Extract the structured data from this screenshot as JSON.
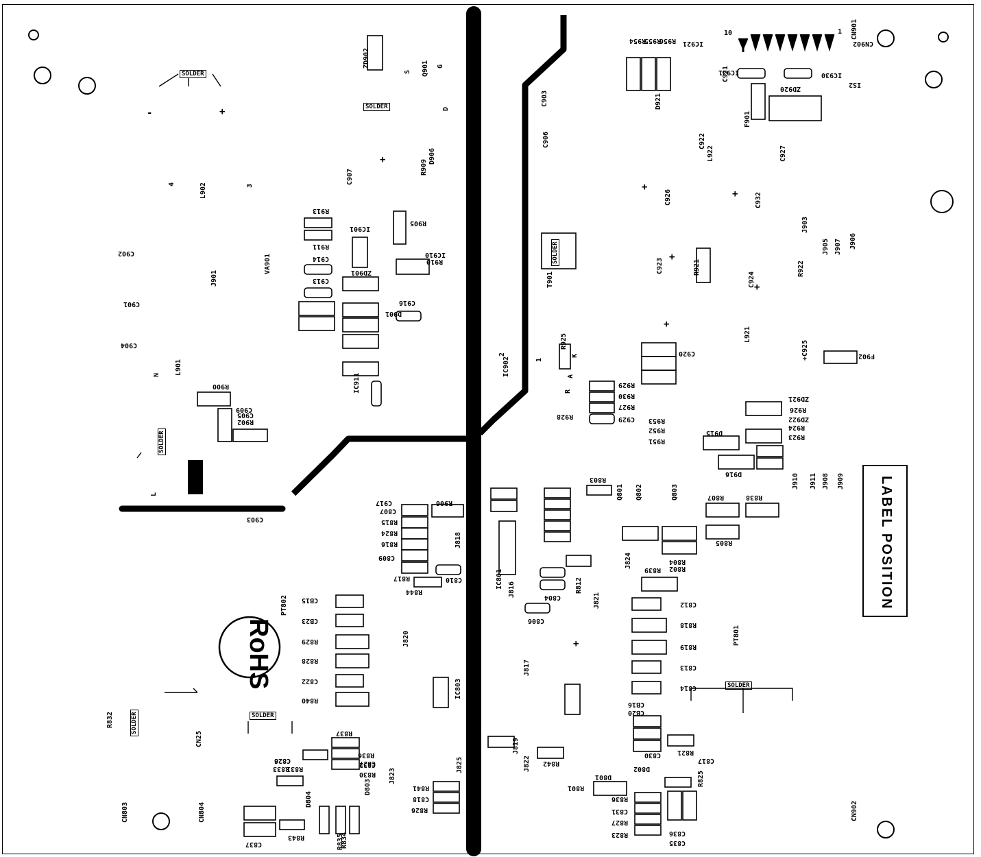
{
  "board": {
    "label_position": "LABEL POSITION",
    "rohs": "RoHS",
    "solder_tags": [
      "SOLDER",
      "SOLDER",
      "SOLDER",
      "SOLDER",
      "SOLDER",
      "SOLDER",
      "SOLDER"
    ],
    "pin_numbers": {
      "left": "10",
      "right": "1"
    }
  },
  "labels_upright": [
    "R954",
    "R955",
    "R956",
    "IC921",
    "CN902",
    "IC931",
    "IC930",
    "ZD920",
    "IS2",
    "R911",
    "IC901",
    "R905",
    "C914",
    "C913",
    "ZD901",
    "IC910",
    "R910",
    "C916",
    "D901",
    "R913",
    "C902",
    "C901",
    "C904",
    "R900",
    "C909",
    "R902",
    "C903",
    "C905",
    "C917",
    "R906",
    "C807",
    "R815",
    "R824",
    "R816",
    "C809",
    "C810",
    "R817",
    "R844",
    "CB15",
    "CB23",
    "R829",
    "R828",
    "C822",
    "R840",
    "R837",
    "R836",
    "C826",
    "R831",
    "R833",
    "C827",
    "R830",
    "C832",
    "C828",
    "R843",
    "C837",
    "R841",
    "C818",
    "R826",
    "R842",
    "C806",
    "C804",
    "R803",
    "R804",
    "R802",
    "R839",
    "R807",
    "R838",
    "R805",
    "C812",
    "R818",
    "R819",
    "C813",
    "C814",
    "C830",
    "D802",
    "D801",
    "R821",
    "C817",
    "R836",
    "C831",
    "R827",
    "R823",
    "C836",
    "C835",
    "CB16",
    "CB20",
    "R801",
    "R929",
    "R930",
    "R927",
    "C929",
    "R928",
    "R953",
    "R952",
    "R951",
    "C920",
    "D915",
    "D916",
    "ZD921",
    "R926",
    "ZD922",
    "R924",
    "R923",
    "F902"
  ],
  "labels_rotated": [
    "ZD902",
    "Q901",
    "C922",
    "C921",
    "D921",
    "F901",
    "C927",
    "CN901",
    "CN902",
    "CN803",
    "CN804",
    "L902",
    "L901",
    "VA901",
    "J901",
    "IC911",
    "IC902",
    "C907",
    "R909",
    "D906",
    "C903",
    "C906",
    "T901",
    "R925",
    "C923",
    "R921",
    "C924",
    "R922",
    "L921",
    "J903",
    "J905",
    "J907",
    "J906",
    "C926",
    "C932",
    "L922",
    "+C925",
    "J910",
    "J911",
    "J908",
    "J909",
    "Q801",
    "Q802",
    "Q803",
    "IC801",
    "J816",
    "R812",
    "J821",
    "J820",
    "CN25",
    "J823",
    "J825",
    "IC803",
    "PT801",
    "PT802",
    "R825",
    "R832",
    "D803",
    "D804",
    "R834",
    "R835",
    "J817",
    "J818",
    "J819",
    "J822",
    "J824"
  ],
  "polarity_marks": [
    "+",
    "+",
    "+",
    "+",
    "+",
    "+",
    "+",
    "-",
    "+"
  ],
  "node_letters": [
    "N",
    "L",
    "S",
    "G",
    "D",
    "R",
    "A",
    "K",
    "1",
    "2",
    "3",
    "4"
  ]
}
